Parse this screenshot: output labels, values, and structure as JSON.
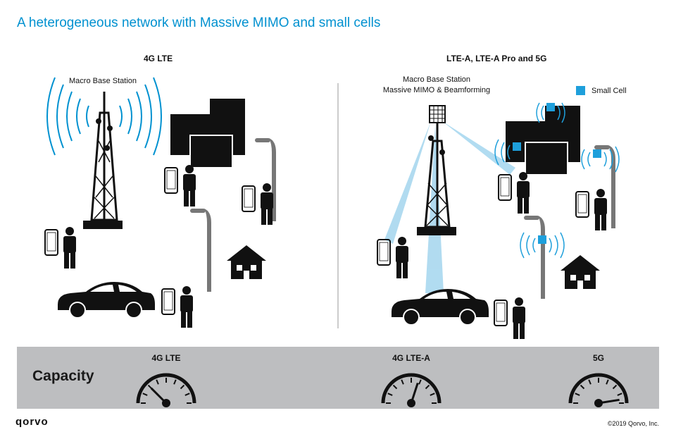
{
  "title": "A heterogeneous network with Massive MIMO and small cells",
  "left_panel": {
    "heading": "4G LTE",
    "tower_label": "Macro Base Station"
  },
  "right_panel": {
    "heading": "LTE-A, LTE-A Pro and 5G",
    "tower_label_line1": "Macro Base Station",
    "tower_label_line2": "Massive MIMO & Beamforming",
    "legend_small_cell": "Small Cell"
  },
  "capacity": {
    "label": "Capacity",
    "gauges": [
      {
        "name": "4G LTE",
        "level": 0.25
      },
      {
        "name": "4G LTE-A",
        "level": 0.6
      },
      {
        "name": "5G",
        "level": 0.95
      }
    ]
  },
  "footer": {
    "logo": "qorvo",
    "copyright": "©2019 Qorvo, Inc."
  },
  "colors": {
    "accent": "#0091d0",
    "small_cell": "#1e9fdb",
    "beam": "#a9d8ef",
    "panel": "#bdbec0"
  }
}
